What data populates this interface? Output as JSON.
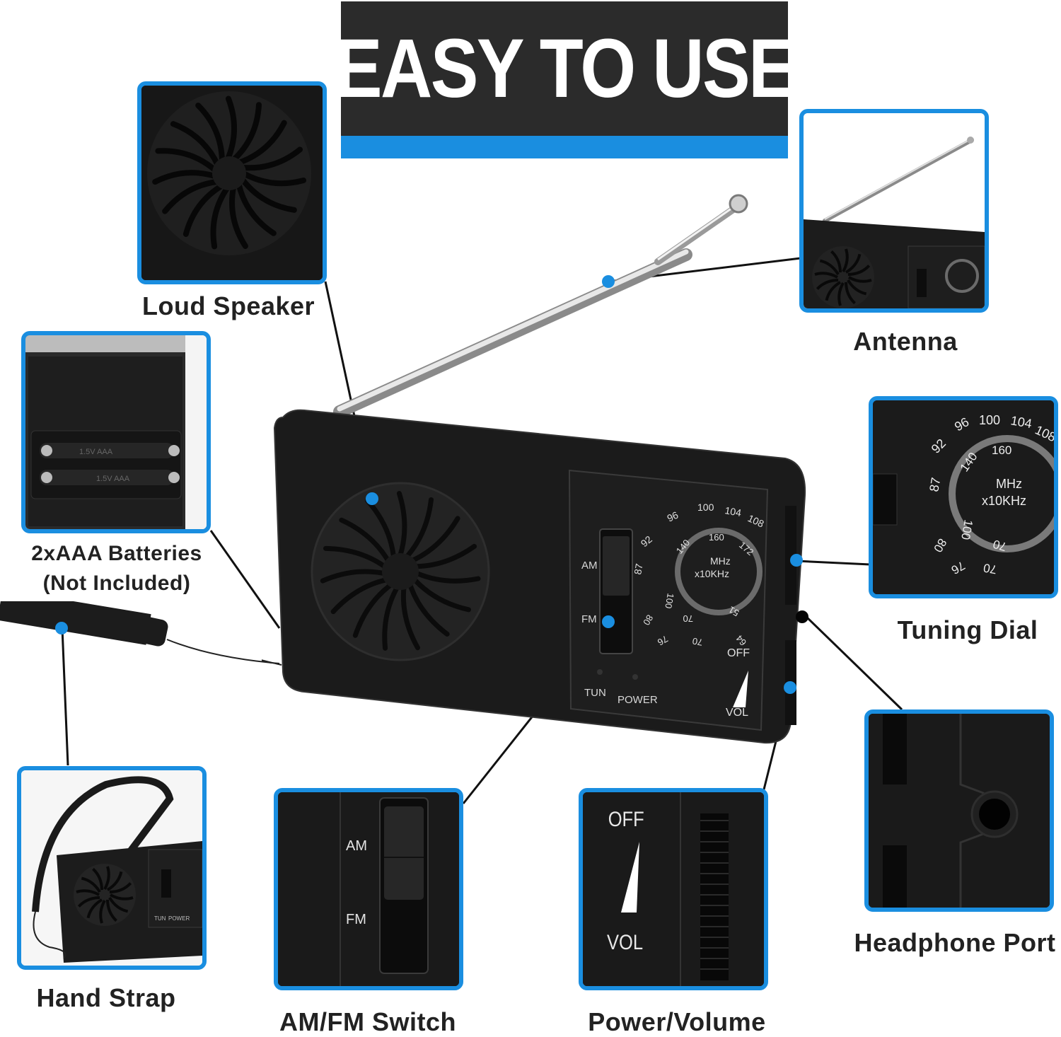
{
  "headline": "EASY TO USE",
  "colors": {
    "accent": "#1a8ee0",
    "banner_bg": "#2b2b2b",
    "device": "#1b1b1b"
  },
  "callouts": {
    "loud_speaker": "Loud Speaker",
    "antenna": "Antenna",
    "batteries_line1": "2xAAA Batteries",
    "batteries_line2": "(Not Included)",
    "tuning_dial": "Tuning Dial",
    "hand_strap": "Hand Strap",
    "amfm_switch": "AM/FM Switch",
    "power_volume": "Power/Volume",
    "headphone_port": "Headphone Port"
  },
  "radio": {
    "am": "AM",
    "fm": "FM",
    "tun": "TUN",
    "power": "POWER",
    "off": "OFF",
    "vol": "VOL",
    "mhz": "MHz",
    "khz": "x10KHz",
    "fm_scale": [
      "87",
      "92",
      "96",
      "100",
      "104",
      "108"
    ],
    "am_scale": [
      "76",
      "80",
      "100",
      "140",
      "160",
      "172",
      "51",
      "70",
      "64"
    ]
  },
  "battery_label": "1.5V AAA"
}
